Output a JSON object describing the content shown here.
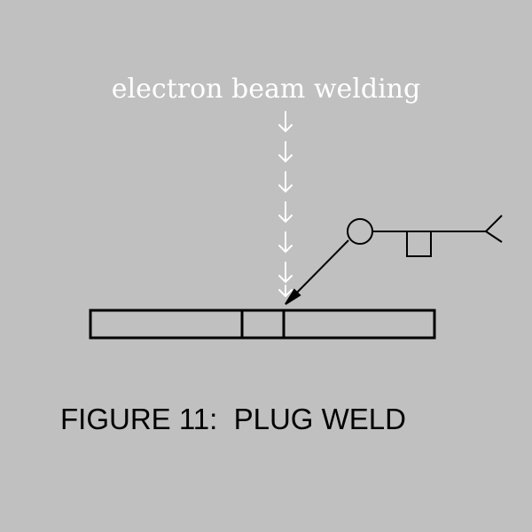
{
  "diagram": {
    "beam_label": "electron beam welding",
    "caption": "FIGURE 11:  PLUG WELD",
    "symbol_meaning": "plug weld with field-weld-all-around circle and tail",
    "colors": {
      "background": "#c0c0c0",
      "beam_label": "#ffffff",
      "beam_arrows": "#ffffff",
      "lines": "#000000",
      "caption": "#000000"
    }
  }
}
